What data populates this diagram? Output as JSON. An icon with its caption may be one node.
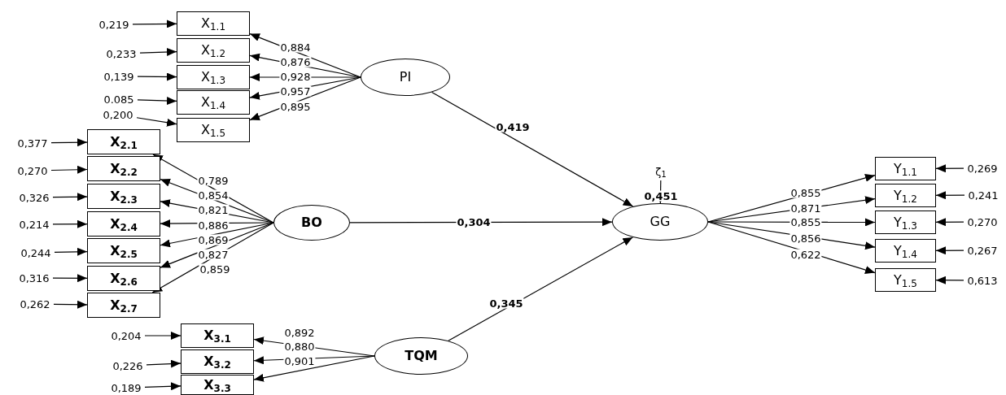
{
  "diagram": {
    "nodes": [
      {
        "text": [
          "PI"
        ]
      },
      {
        "text": [
          "BO"
        ]
      },
      {
        "text": [
          "TQM"
        ]
      },
      {
        "text": [
          "GG"
        ]
      },
      {
        "text": [
          "X$_{1.1}$"
        ]
      },
      {
        "text": [
          "X$_{1.2}$"
        ]
      },
      {
        "text": [
          "X$_{1.3}$"
        ]
      },
      {
        "text": [
          "X$_{1.4}$"
        ]
      },
      {
        "text": [
          "X$_{1.5}$"
        ]
      },
      {
        "text": [
          "X$_{2.1}$"
        ]
      },
      {
        "text": [
          "X$_{2.2}$"
        ]
      },
      {
        "text": [
          "X$_{2.3}$"
        ]
      },
      {
        "text": [
          "X$_{2.4}$"
        ]
      },
      {
        "text": [
          "X$_{2.5}$"
        ]
      },
      {
        "text": [
          "X$_{2.6}$"
        ]
      },
      {
        "text": [
          "X$_{2.7}$"
        ]
      },
      {
        "text": [
          "X$_{3.1}$"
        ]
      },
      {
        "text": [
          "X$_{3.2}$"
        ]
      },
      {
        "text": [
          "X$_{3.3}$"
        ]
      },
      {
        "text": [
          "Y$_{1.1}$"
        ]
      },
      {
        "text": [
          "Y$_{1.2}$"
        ]
      },
      {
        "text": [
          "Y$_{1.3}$"
        ]
      },
      {
        "text": [
          "Y$_{1.4}$"
        ]
      },
      {
        "text": [
          "Y$_{1.5}$"
        ]
      },
      {
        "text": [
          "0,219"
        ]
      },
      {
        "text": [
          "0,233"
        ]
      },
      {
        "text": [
          "0,139"
        ]
      },
      {
        "text": [
          "0.085"
        ]
      },
      {
        "text": [
          "0,200"
        ]
      },
      {
        "text": [
          "0,377"
        ]
      },
      {
        "text": [
          "0,270"
        ]
      },
      {
        "text": [
          "0,326"
        ]
      },
      {
        "text": [
          "0,214"
        ]
      },
      {
        "text": [
          "0,244"
        ]
      },
      {
        "text": [
          "0,316"
        ]
      },
      {
        "text": [
          "0,262"
        ]
      },
      {
        "text": [
          "0,204"
        ]
      },
      {
        "text": [
          "0,226"
        ]
      },
      {
        "text": [
          "0,189"
        ]
      },
      {
        "text": [
          "0,269"
        ]
      },
      {
        "text": [
          "0,241"
        ]
      },
      {
        "text": [
          "0,270"
        ]
      },
      {
        "text": [
          "0,267"
        ]
      },
      {
        "text": [
          "0,613"
        ]
      },
      {
        "text": [
          "ζ$_{1}$"
        ]
      }
    ],
    "edges": [
      {
        "from": 0,
        "to": 4,
        "arrow": "to",
        "label": "0,884"
      },
      {
        "from": 0,
        "to": 5,
        "arrow": "to",
        "label": "0,876"
      },
      {
        "from": 0,
        "to": 6,
        "arrow": "to",
        "label": "0,928"
      },
      {
        "from": 0,
        "to": 7,
        "arrow": "to",
        "label": "0,957"
      },
      {
        "from": 0,
        "to": 8,
        "arrow": "to",
        "label": "0,895"
      },
      {
        "from": 1,
        "to": 9,
        "arrow": "to",
        "label": "0,789"
      },
      {
        "from": 1,
        "to": 10,
        "arrow": "to",
        "label": "0,854"
      },
      {
        "from": 1,
        "to": 11,
        "arrow": "to",
        "label": "0,821"
      },
      {
        "from": 1,
        "to": 12,
        "arrow": "to",
        "label": "0,886"
      },
      {
        "from": 1,
        "to": 13,
        "arrow": "to",
        "label": "0,869"
      },
      {
        "from": 1,
        "to": 14,
        "arrow": "to",
        "label": "0,827"
      },
      {
        "from": 1,
        "to": 15,
        "arrow": "to",
        "label": "0,859"
      },
      {
        "from": 2,
        "to": 16,
        "arrow": "to",
        "label": "0,892"
      },
      {
        "from": 2,
        "to": 17,
        "arrow": "to",
        "label": "0,880"
      },
      {
        "from": 2,
        "to": 18,
        "arrow": "to",
        "label": "0,901"
      },
      {
        "from": 0,
        "to": 3,
        "arrow": "to",
        "label": "0,419"
      },
      {
        "from": 1,
        "to": 3,
        "arrow": "to",
        "label": "0,304"
      },
      {
        "from": 2,
        "to": 3,
        "arrow": "to",
        "label": "0,345"
      },
      {
        "from": 44,
        "to": 3,
        "arrow": "to",
        "label": "0,451"
      },
      {
        "from": 3,
        "to": 19,
        "arrow": "to",
        "label": "0,855"
      },
      {
        "from": 3,
        "to": 20,
        "arrow": "to",
        "label": "0,871"
      },
      {
        "from": 3,
        "to": 21,
        "arrow": "to",
        "label": "0,855"
      },
      {
        "from": 3,
        "to": 22,
        "arrow": "to",
        "label": "0,856"
      },
      {
        "from": 3,
        "to": 23,
        "arrow": "to",
        "label": "0,622"
      },
      {
        "from": 24,
        "to": 4,
        "arrow": "to"
      },
      {
        "from": 25,
        "to": 5,
        "arrow": "to"
      },
      {
        "from": 26,
        "to": 6,
        "arrow": "to"
      },
      {
        "from": 27,
        "to": 7,
        "arrow": "to"
      },
      {
        "from": 28,
        "to": 8,
        "arrow": "to"
      },
      {
        "from": 29,
        "to": 9,
        "arrow": "to"
      },
      {
        "from": 30,
        "to": 10,
        "arrow": "to"
      },
      {
        "from": 31,
        "to": 11,
        "arrow": "to"
      },
      {
        "from": 32,
        "to": 12,
        "arrow": "to"
      },
      {
        "from": 33,
        "to": 13,
        "arrow": "to"
      },
      {
        "from": 34,
        "to": 14,
        "arrow": "to"
      },
      {
        "from": 35,
        "to": 15,
        "arrow": "to"
      },
      {
        "from": 36,
        "to": 16,
        "arrow": "to"
      },
      {
        "from": 37,
        "to": 17,
        "arrow": "to"
      },
      {
        "from": 38,
        "to": 18,
        "arrow": "to"
      },
      {
        "from": 39,
        "to": 19,
        "arrow": "to"
      },
      {
        "from": 40,
        "to": 20,
        "arrow": "to"
      },
      {
        "from": 41,
        "to": 21,
        "arrow": "to"
      },
      {
        "from": 42,
        "to": 22,
        "arrow": "to"
      },
      {
        "from": 43,
        "to": 23,
        "arrow": "to"
      }
    ]
  }
}
